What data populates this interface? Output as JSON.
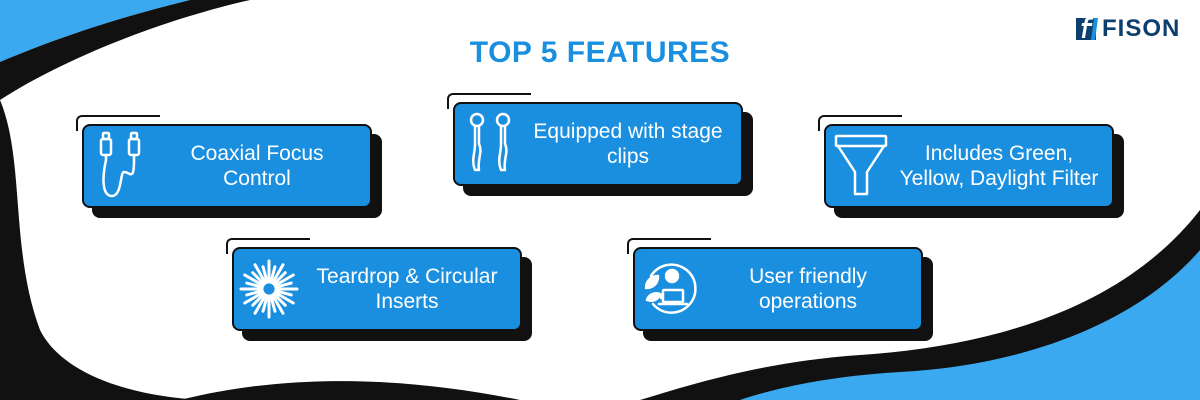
{
  "title": "TOP 5 FEATURES",
  "brand": {
    "name": "FISON"
  },
  "colors": {
    "accent": "#1a8fe0",
    "wave_light": "#3aa9f0",
    "ink": "#111111",
    "brand_navy": "#0d3f6e"
  },
  "features": [
    {
      "label": "Coaxial Focus Control",
      "icon": "coaxial-cable-icon"
    },
    {
      "label": "Equipped with stage clips",
      "icon": "stage-clips-icon"
    },
    {
      "label": "Includes Green, Yellow, Daylight Filter",
      "icon": "filter-funnel-icon"
    },
    {
      "label": "Teardrop & Circular Inserts",
      "icon": "starburst-icon"
    },
    {
      "label": "User friendly operations",
      "icon": "user-laptop-icon"
    }
  ]
}
